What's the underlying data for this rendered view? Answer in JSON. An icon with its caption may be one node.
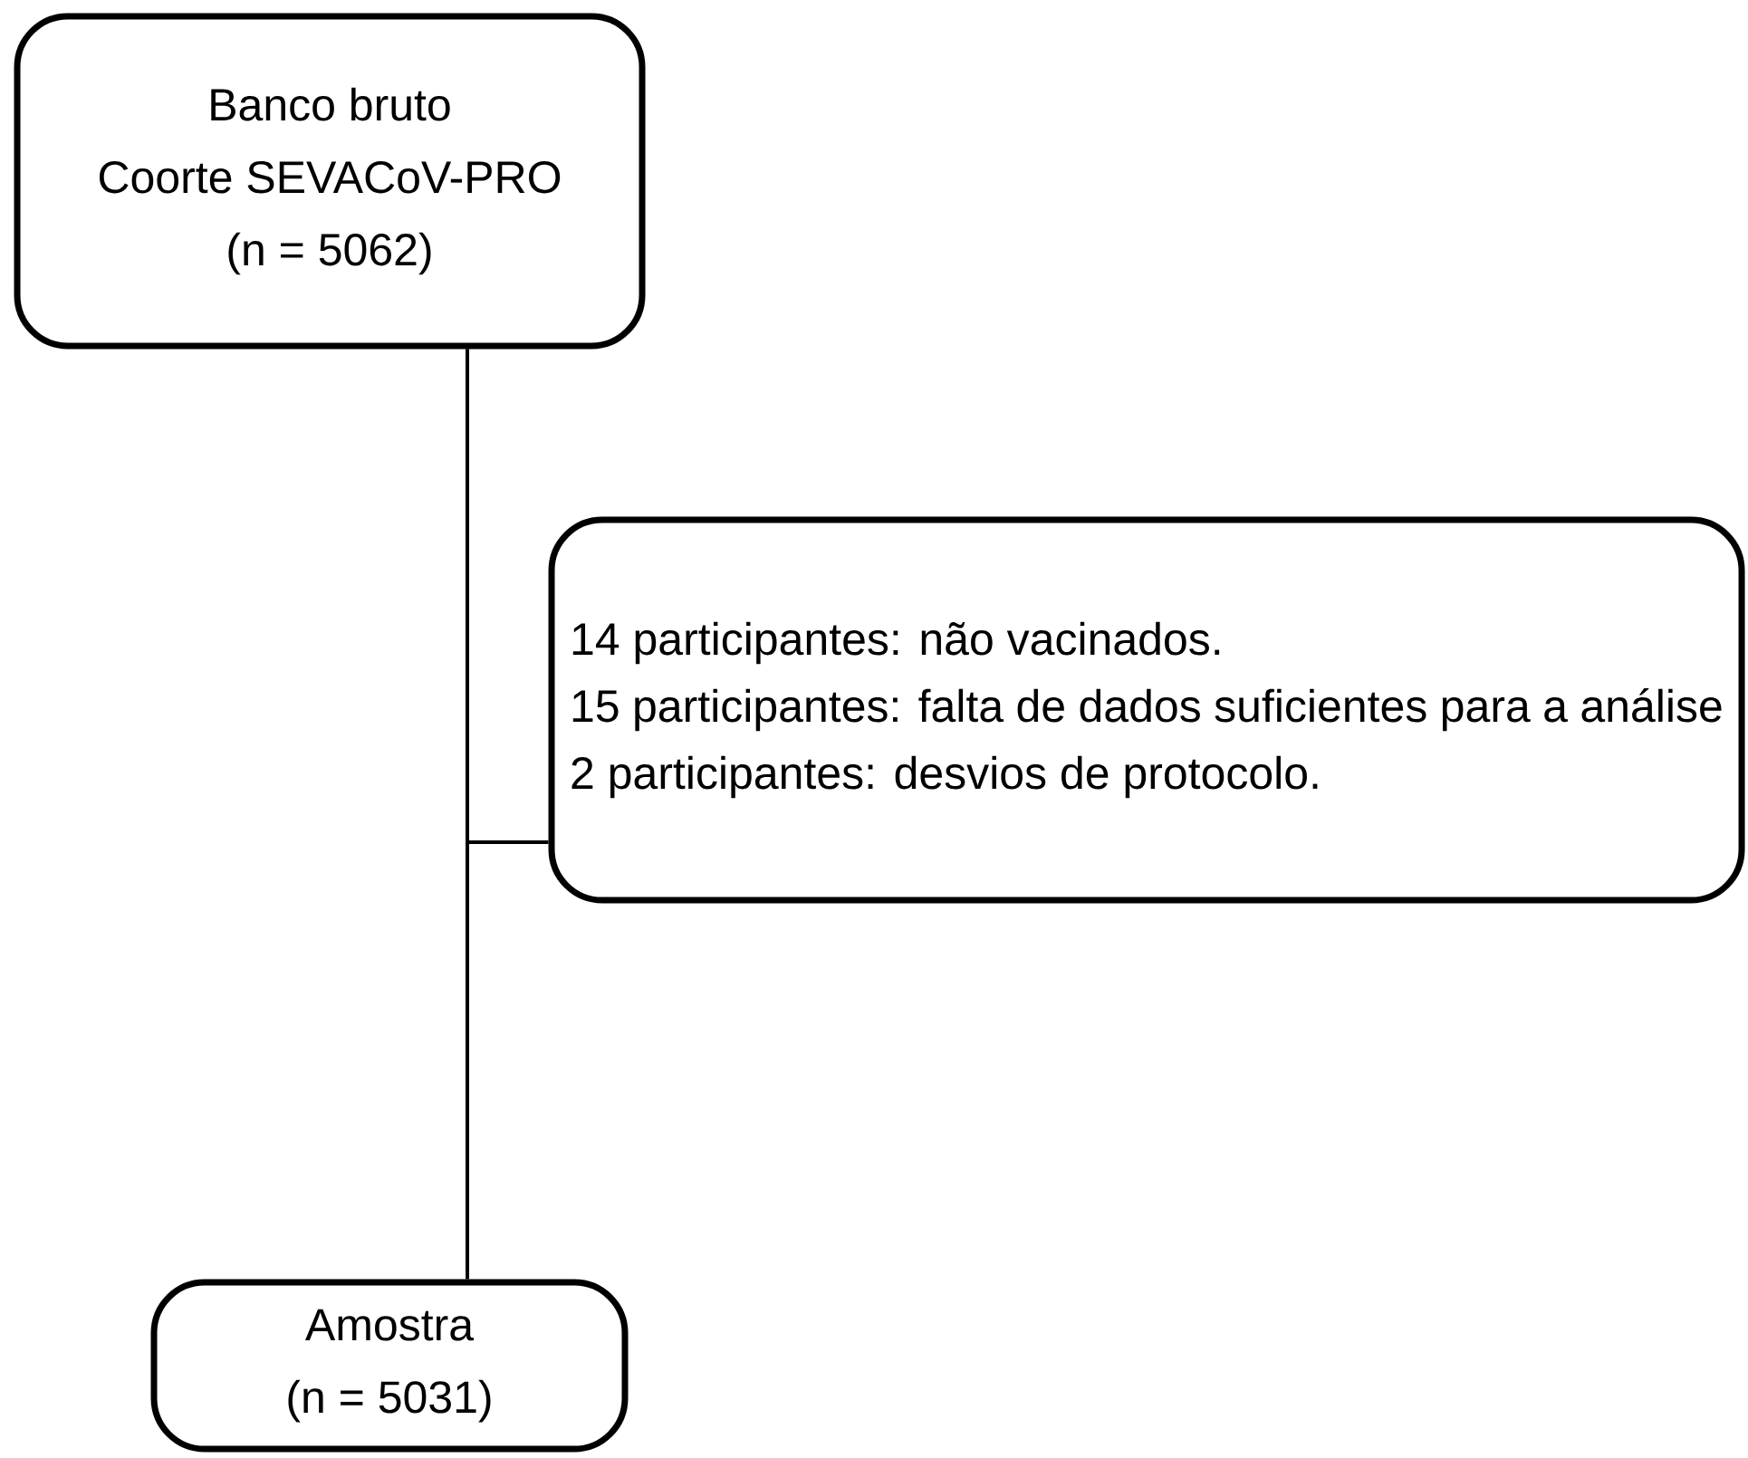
{
  "diagram": {
    "nodes": [
      {
        "text": [
          "Banco bruto",
          "Coorte SEVACoV-PRO",
          "(n = 5062)"
        ]
      },
      {
        "text": [
          "14 participantes: não vacinados.",
          "15 participantes: falta de dados suficientes para a análise",
          "2 participantes: desvios de protocolo."
        ]
      },
      {
        "text": [
          "Amostra",
          "(n = 5031)"
        ]
      }
    ],
    "edges": [
      {
        "from": 0,
        "to": 2,
        "arrow": "none"
      },
      {
        "from": 0,
        "to": 1,
        "arrow": "none"
      }
    ]
  }
}
